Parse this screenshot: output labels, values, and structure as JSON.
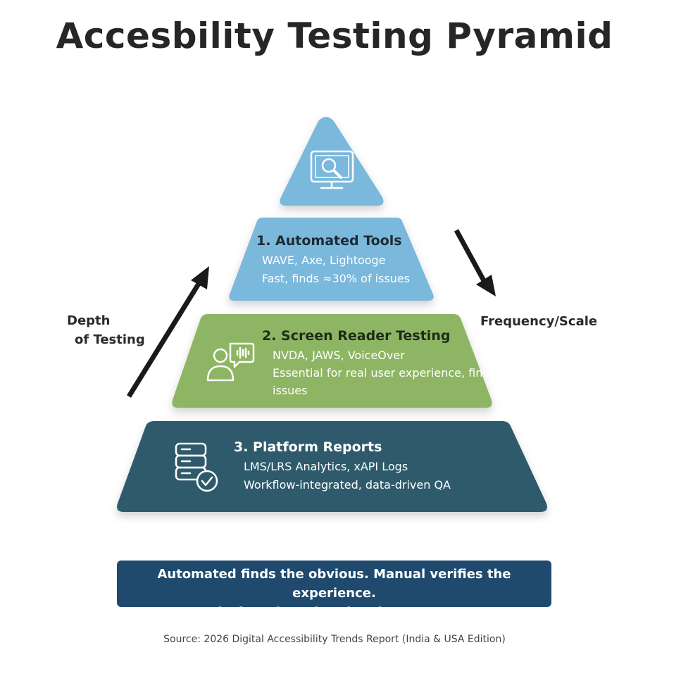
{
  "title": "Accesbility Testing Pyramid",
  "tiers": [
    {
      "heading": "1. Automated Tools",
      "line1": "WAVE, Axe, Lightooge",
      "line2": "Fast, finds ≈30% of issues",
      "color": "#7ab8dc",
      "icon": "monitor-magnifier-icon"
    },
    {
      "heading": "2. Screen Reader Testing",
      "line1": "NVDA, JAWS, VoiceOver",
      "line2": "Essential for real user experience, fin",
      "line3": "issues",
      "color": "#8db564",
      "icon": "person-speech-icon"
    },
    {
      "heading": "3. Platform Reports",
      "line1": "LMS/LRS Analytics, xAPI Logs",
      "line2": "Workflow-integrated, data-driven QA",
      "color": "#2d5a6c",
      "icon": "database-check-icon"
    }
  ],
  "apex_color": "#7ab8dc",
  "left_label": {
    "line1": "Depth",
    "line2": "of Testing"
  },
  "right_label": "Frequency/Scale",
  "banner": {
    "line1": "Automated finds the obvious. Manual verifies the experience.",
    "line2": "Platform-based scales the process.",
    "color": "#1f4a6e"
  },
  "source": "Source: 2026 Digital Accessibility Trends Report (India & USA Edition)"
}
